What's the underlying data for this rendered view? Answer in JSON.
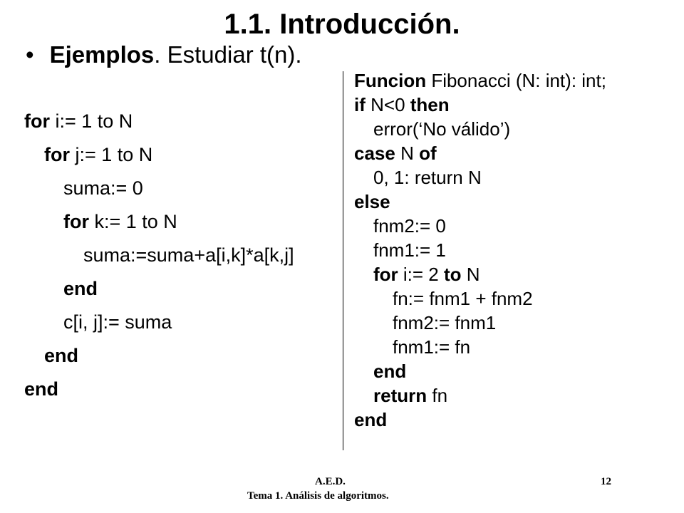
{
  "slide": {
    "title": "1.1. Introducción.",
    "bullet_bold": "Ejemplos",
    "bullet_rest": ". Estudiar t(n)."
  },
  "left_code": [
    {
      "kw": "for",
      "rest": " i:= 1 to N"
    },
    {
      "kw": "for",
      "rest": " j:= 1 to N"
    },
    {
      "kw": "",
      "rest": "suma:= 0"
    },
    {
      "kw": "for",
      "rest": " k:= 1 to N"
    },
    {
      "kw": "",
      "rest": "suma:=suma+a[i,k]*a[k,j]"
    },
    {
      "kw": "end",
      "rest": ""
    },
    {
      "kw": "",
      "rest": "c[i, j]:= suma"
    },
    {
      "kw": "end",
      "rest": ""
    },
    {
      "kw": "end",
      "rest": ""
    }
  ],
  "right_code": [
    {
      "kw": "Funcion",
      "rest": " Fibonacci (N: int): int;",
      "kw2": "",
      "rest2": ""
    },
    {
      "kw": "if",
      "rest": " N<0 ",
      "kw2": "then",
      "rest2": ""
    },
    {
      "kw": "",
      "rest": "error(‘No válido’)",
      "kw2": "",
      "rest2": ""
    },
    {
      "kw": "case",
      "rest": " N ",
      "kw2": "of",
      "rest2": ""
    },
    {
      "kw": "",
      "rest": "0, 1: return N",
      "kw2": "",
      "rest2": ""
    },
    {
      "kw": "else",
      "rest": "",
      "kw2": "",
      "rest2": ""
    },
    {
      "kw": "",
      "rest": "fnm2:= 0",
      "kw2": "",
      "rest2": ""
    },
    {
      "kw": "",
      "rest": "fnm1:= 1",
      "kw2": "",
      "rest2": ""
    },
    {
      "kw": "for",
      "rest": " i:= 2 ",
      "kw2": "to",
      "rest2": " N"
    },
    {
      "kw": "",
      "rest": "fn:= fnm1 + fnm2",
      "kw2": "",
      "rest2": ""
    },
    {
      "kw": "",
      "rest": "fnm2:= fnm1",
      "kw2": "",
      "rest2": ""
    },
    {
      "kw": "",
      "rest": "fnm1:= fn",
      "kw2": "",
      "rest2": ""
    },
    {
      "kw": "end",
      "rest": "",
      "kw2": "",
      "rest2": ""
    },
    {
      "kw": "return",
      "rest": " fn",
      "kw2": "",
      "rest2": ""
    },
    {
      "kw": "end",
      "rest": "",
      "kw2": "",
      "rest2": ""
    }
  ],
  "footer": {
    "line1": "A.E.D.",
    "line2": "Tema 1. Análisis de algoritmos.",
    "page_number": "12"
  }
}
